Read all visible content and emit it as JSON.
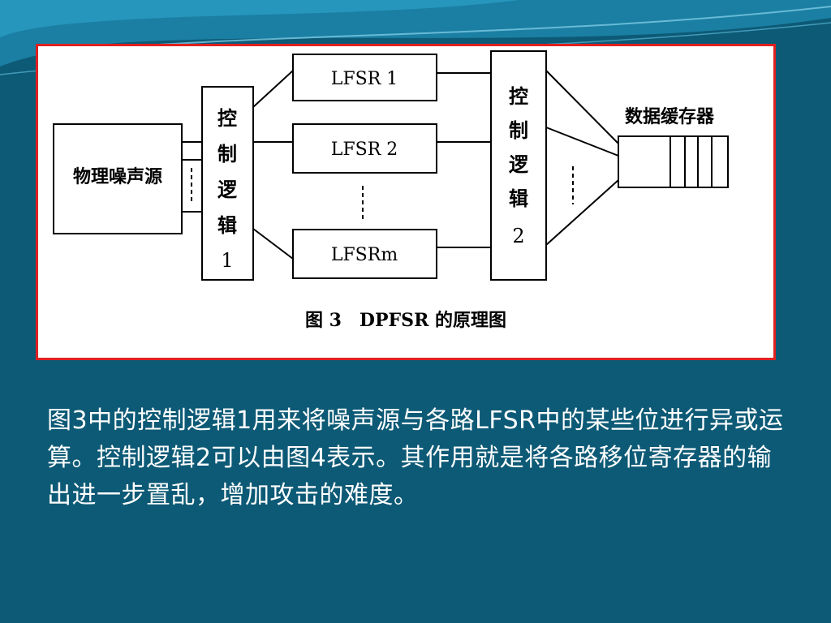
{
  "diagram": {
    "source_label": "物理噪声源",
    "control1": [
      "控",
      "制",
      "逻",
      "辑",
      "1"
    ],
    "lfsr_labels": [
      "LFSR 1",
      "LFSR 2",
      "LFSRm"
    ],
    "control2": [
      "控",
      "制",
      "逻",
      "辑",
      "2"
    ],
    "buffer_label": "数据缓存器",
    "caption": "图 3　DPFSR 的原理图"
  },
  "body": {
    "paragraph": "图3中的控制逻辑1用来将噪声源与各路LFSR中的某些位进行异或运算。控制逻辑2可以由图4表示。其作用就是将各路移位寄存器的输出进一步置乱，增加攻击的难度。"
  }
}
